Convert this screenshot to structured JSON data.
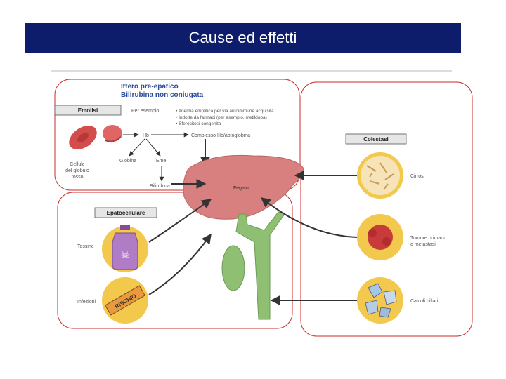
{
  "slide": {
    "title": "Cause ed effetti"
  },
  "colors": {
    "title_bar": "#0d1c6b",
    "title_text": "#ffffff",
    "frame": "#cc2a2a",
    "liver": "#d88080",
    "cell": "#d34d4d",
    "heading_blue": "#2a4a9a"
  },
  "pre_hepatic": {
    "heading_1": "Ittero pre-epatico",
    "heading_2": "Bilirubina non coniugata",
    "box_label": "Emolisi",
    "example_label": "Per esempio",
    "bullet_1": "• Anemia emolitica per via autoimmune acquisita",
    "bullet_2": "• Indotte da farmaci (per esempio, metildopa)",
    "bullet_3": "• Sferocitosi congenita",
    "cells_label_1": "Cellule",
    "cells_label_2": "del globulo",
    "cells_label_3": "rosso",
    "hb": "Hb",
    "complex": "Complesso Hb/aptoglobina",
    "globina": "Globina",
    "eme": "Eme",
    "bilirubina": "Bilirubina",
    "fegato": "Fegato"
  },
  "hepatocellular": {
    "box_label": "Epatocellulare",
    "tossine": "Tossine",
    "infezioni": "Infezioni",
    "rischio": "RISCHIO"
  },
  "cholestasis": {
    "box_label": "Colestasi",
    "cirrosi": "Cirrosi",
    "tumore_1": "Tumore primario",
    "tumore_2": "o metastasi",
    "calcoli": "Calcoli biliari"
  }
}
